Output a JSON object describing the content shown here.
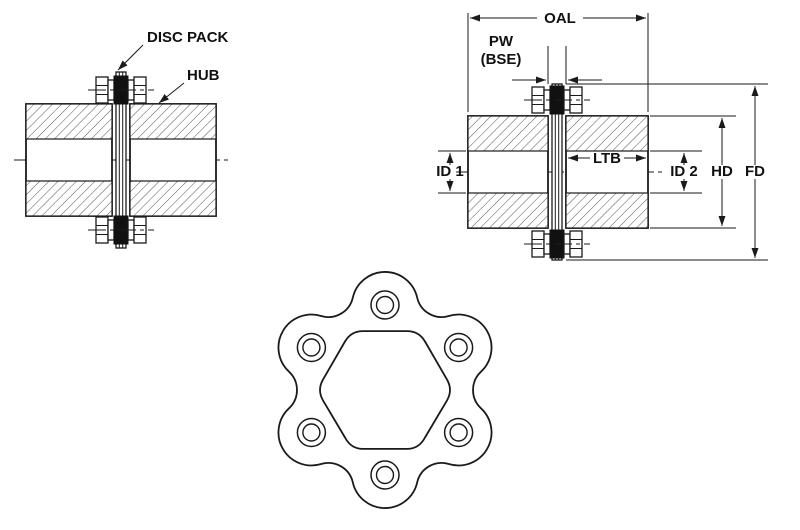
{
  "drawing": {
    "callouts": {
      "disc_pack": "DISC PACK",
      "hub": "HUB"
    },
    "dimensions": {
      "oal": "OAL",
      "pw": "PW",
      "bse": "(BSE)",
      "ltb": "LTB",
      "id1": "ID 1",
      "id2": "ID 2",
      "hd": "HD",
      "fd": "FD"
    },
    "colors": {
      "line": "#1a1a1a",
      "background": "#ffffff",
      "fill_dark": "#111111"
    }
  }
}
